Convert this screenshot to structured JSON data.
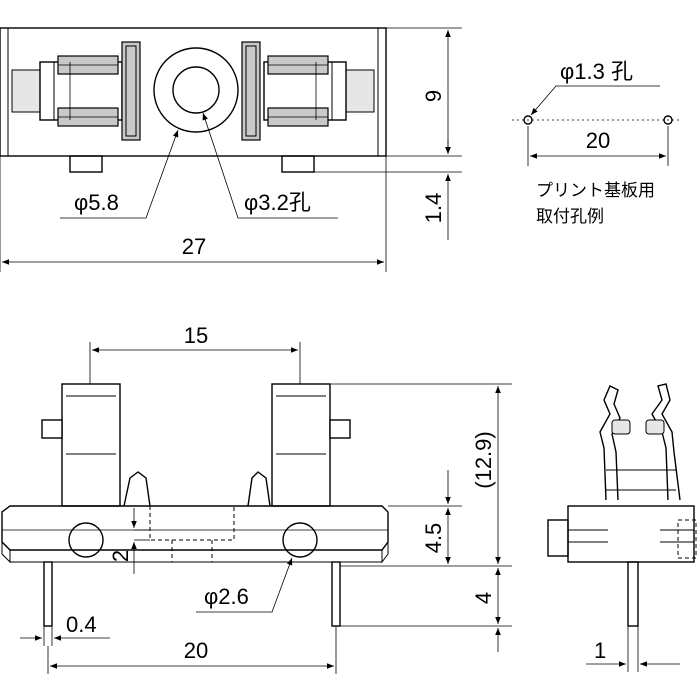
{
  "dimensions": {
    "top_height": "9",
    "top_pin_height": "1.4",
    "top_width": "27",
    "outer_diameter": "φ5.8",
    "hole_diameter": "φ3.2孔",
    "pcb_hole_diameter": "φ1.3 孔",
    "pcb_hole_pitch": "20",
    "clip_spacing": "15",
    "front_total_height": "(12.9)",
    "front_body_height": "4.5",
    "front_offset": "2",
    "front_pin_length": "4",
    "front_hole_diameter": "φ2.6",
    "pin_thickness": "0.4",
    "pin_pitch": "20",
    "side_pin_width": "1"
  },
  "notes": {
    "pcb_line1": "プリント基板用",
    "pcb_line2": "取付孔例"
  }
}
